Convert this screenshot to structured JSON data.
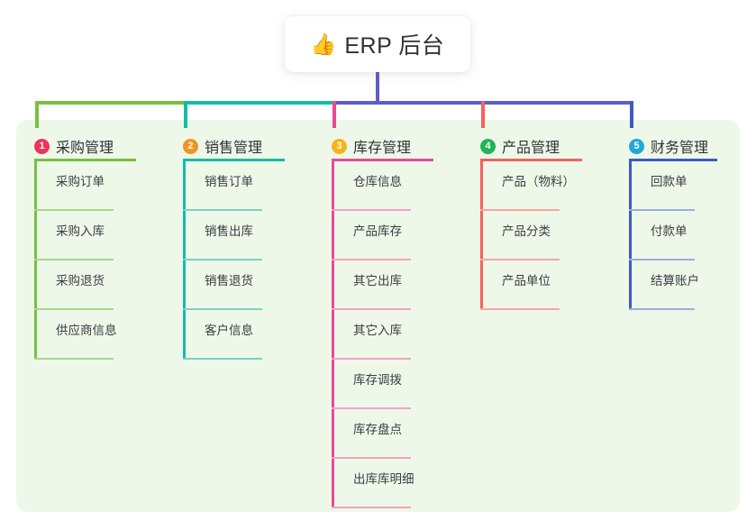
{
  "root": {
    "icon": "thumbs-up-icon",
    "emoji": "👍",
    "label": "ERP 后台"
  },
  "palette": {
    "panel_bg": "#eef8e8",
    "card_bg": "#ffffff",
    "text": "#2f3239",
    "stem_root": "#5b5fc7",
    "trunk_green": "#78c043",
    "trunk_teal": "#14bda5",
    "trunk_blue": "#5b5fc7"
  },
  "columns": [
    {
      "number": "1",
      "title": "采购管理",
      "badge_color": "#f0325b",
      "line_color": "#78c043",
      "item_line_color": "#a8d98a",
      "drop_color": "#78c043",
      "items": [
        {
          "label": "采购订单"
        },
        {
          "label": "采购入库"
        },
        {
          "label": "采购退货"
        },
        {
          "label": "供应商信息"
        }
      ]
    },
    {
      "number": "2",
      "title": "销售管理",
      "badge_color": "#f39325",
      "line_color": "#14bda5",
      "item_line_color": "#78d3c6",
      "drop_color": "#14bda5",
      "items": [
        {
          "label": "销售订单"
        },
        {
          "label": "销售出库"
        },
        {
          "label": "销售退货"
        },
        {
          "label": "客户信息"
        }
      ]
    },
    {
      "number": "3",
      "title": "库存管理",
      "badge_color": "#f5b519",
      "line_color": "#ec4899",
      "item_line_color": "#f2a2c6",
      "drop_color": "#ec4899",
      "items": [
        {
          "label": "仓库信息"
        },
        {
          "label": "产品库存"
        },
        {
          "label": "其它出库"
        },
        {
          "label": "其它入库"
        },
        {
          "label": "库存调拨"
        },
        {
          "label": "库存盘点"
        },
        {
          "label": "出库库明细"
        }
      ]
    },
    {
      "number": "4",
      "title": "产品管理",
      "badge_color": "#22b455",
      "line_color": "#f4605f",
      "item_line_color": "#f7a5a2",
      "drop_color": "#f4605f",
      "items": [
        {
          "label": "产品（物料）"
        },
        {
          "label": "产品分类"
        },
        {
          "label": "产品单位"
        }
      ]
    },
    {
      "number": "5",
      "title": "财务管理",
      "badge_color": "#22a7dd",
      "line_color": "#3f59c4",
      "item_line_color": "#9aaede",
      "drop_color": "#3f59c4",
      "items": [
        {
          "label": "回款单"
        },
        {
          "label": "付款单"
        },
        {
          "label": "结算账户"
        }
      ]
    }
  ]
}
